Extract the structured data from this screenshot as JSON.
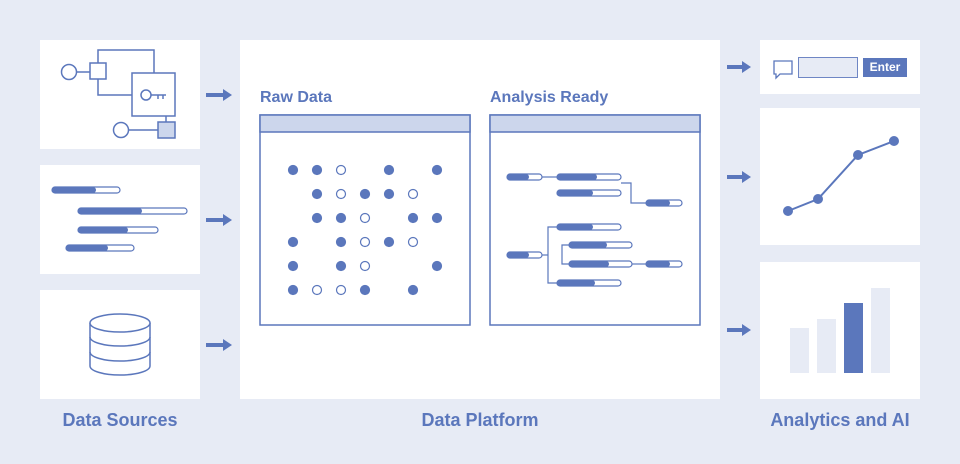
{
  "sources": {
    "caption": "Data Sources"
  },
  "platform": {
    "caption": "Data Platform",
    "raw_title": "Raw Data",
    "ready_title": "Analysis Ready"
  },
  "analytics": {
    "caption": "Analytics and AI",
    "enter_label": "Enter"
  },
  "colors": {
    "background": "#e7ebf5",
    "panel": "#ffffff",
    "accent": "#5b77bc",
    "light_fill": "#e7ebf5"
  },
  "icons": [
    "er-diagram-icon",
    "key-icon",
    "log-bars-icon",
    "database-icon",
    "arrow-right-icon",
    "chat-icon",
    "line-chart-icon",
    "bar-chart-icon"
  ]
}
